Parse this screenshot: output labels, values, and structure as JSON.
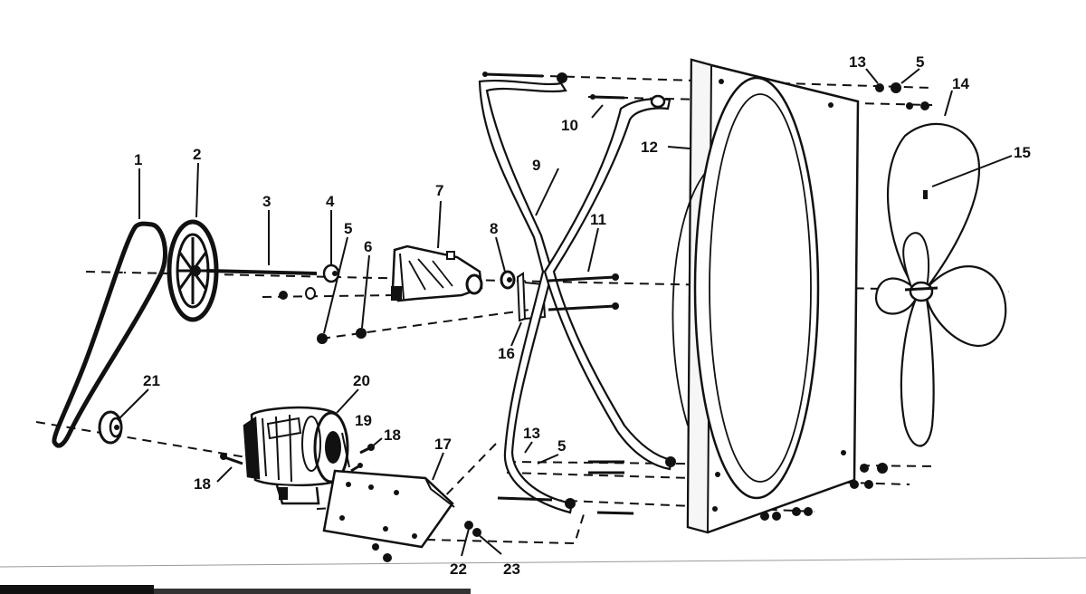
{
  "diagram": {
    "callouts": [
      {
        "id": "c1",
        "label": "1"
      },
      {
        "id": "c2",
        "label": "2"
      },
      {
        "id": "c3",
        "label": "3"
      },
      {
        "id": "c4",
        "label": "4"
      },
      {
        "id": "c5a",
        "label": "5"
      },
      {
        "id": "c6",
        "label": "6"
      },
      {
        "id": "c7",
        "label": "7"
      },
      {
        "id": "c8",
        "label": "8"
      },
      {
        "id": "c9",
        "label": "9"
      },
      {
        "id": "c10",
        "label": "10"
      },
      {
        "id": "c11",
        "label": "11"
      },
      {
        "id": "c12",
        "label": "12"
      },
      {
        "id": "c13a",
        "label": "13"
      },
      {
        "id": "c5b",
        "label": "5"
      },
      {
        "id": "c14",
        "label": "14"
      },
      {
        "id": "c15",
        "label": "15"
      },
      {
        "id": "c16",
        "label": "16"
      },
      {
        "id": "c17",
        "label": "17"
      },
      {
        "id": "c18a",
        "label": "18"
      },
      {
        "id": "c18b",
        "label": "18"
      },
      {
        "id": "c19",
        "label": "19"
      },
      {
        "id": "c20",
        "label": "20"
      },
      {
        "id": "c21",
        "label": "21"
      },
      {
        "id": "c22",
        "label": "22"
      },
      {
        "id": "c23",
        "label": "23"
      },
      {
        "id": "c13b",
        "label": "13"
      },
      {
        "id": "c5c",
        "label": "5"
      }
    ]
  }
}
